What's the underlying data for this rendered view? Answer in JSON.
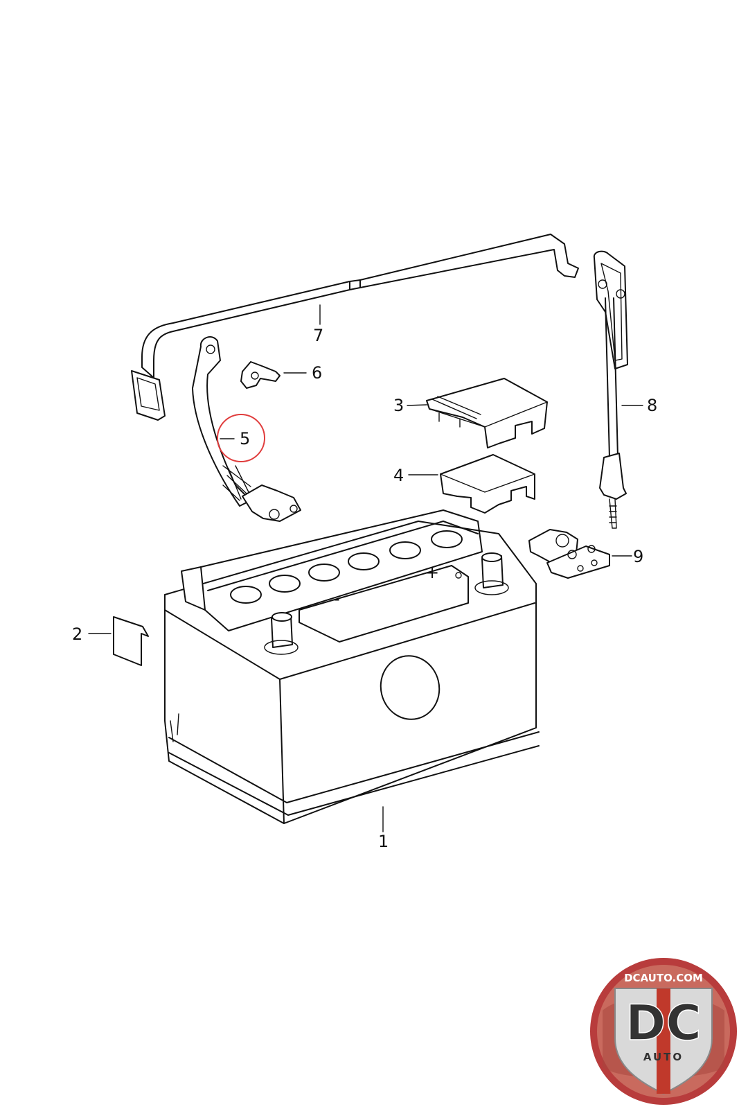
{
  "diagram": {
    "callouts": [
      {
        "id": "1",
        "label": "1"
      },
      {
        "id": "2",
        "label": "2"
      },
      {
        "id": "3",
        "label": "3"
      },
      {
        "id": "4",
        "label": "4"
      },
      {
        "id": "5",
        "label": "5",
        "highlighted": true
      },
      {
        "id": "6",
        "label": "6"
      },
      {
        "id": "7",
        "label": "7"
      },
      {
        "id": "8",
        "label": "8"
      },
      {
        "id": "9",
        "label": "9"
      }
    ],
    "battery_marks": {
      "positive": "+",
      "negative": "-"
    },
    "highlight_color": "#e03c3c"
  },
  "logo": {
    "url_text": "DCAUTO.COM",
    "monogram": "DC",
    "sub_text": "AUTO",
    "colors": {
      "ring": "#b83c3c",
      "red": "#c0392b",
      "silver": "#d9d9d9",
      "dark": "#333333"
    }
  }
}
